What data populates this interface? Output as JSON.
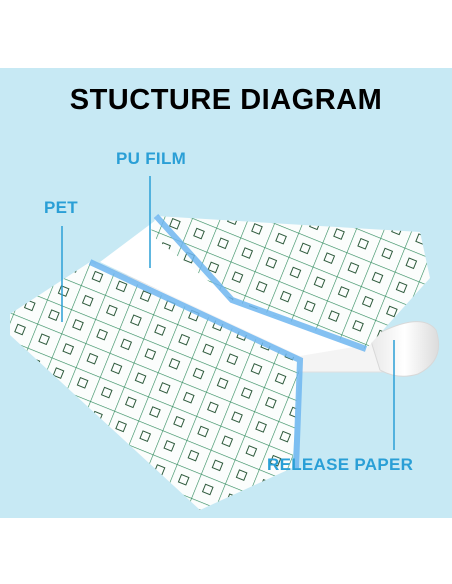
{
  "title": "STUCTURE DIAGRAM",
  "labels": {
    "pet": "PET",
    "pu_film": "PU FILM",
    "release_paper": "RELEASE PAPER"
  },
  "colors": {
    "background_panel": "#c7e9f4",
    "label_color": "#2a9fd6",
    "title_color": "#000000",
    "grid_line": "#2e8a5c",
    "pu_edge": "#6eb6f0",
    "release_paper": "#f4f4f4"
  }
}
